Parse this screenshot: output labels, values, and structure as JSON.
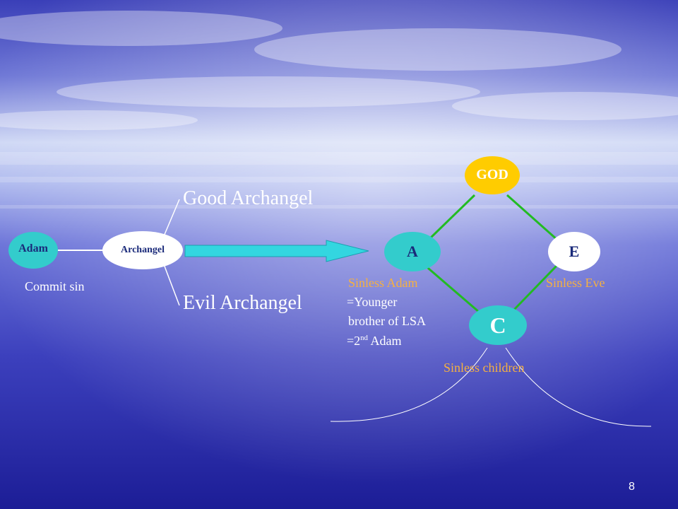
{
  "slide": {
    "page_number": "8"
  },
  "left": {
    "adam_node": "Adam",
    "archangel_node": "Archangel",
    "commit_sin": "Commit sin",
    "good_archangel": "Good Archangel",
    "evil_archangel": "Evil Archangel"
  },
  "right": {
    "god_node": "GOD",
    "a_node": "A",
    "e_node": "E",
    "c_node": "C",
    "sinless_adam": "Sinless Adam",
    "younger_brother_1": "=Younger",
    "younger_brother_2": "brother of LSA",
    "second_adam_prefix": "=2",
    "second_adam_sup": "nd",
    "second_adam_suffix": " Adam",
    "sinless_eve": "Sinless Eve",
    "sinless_children": "Sinless children"
  },
  "colors": {
    "teal_node": "#33cccc",
    "god_node": "#ffcc00",
    "archangel_node": "#ffffff",
    "green_link": "#22bb22",
    "orange_text": "#f5b041",
    "arrow_fill": "#33d6e0"
  }
}
